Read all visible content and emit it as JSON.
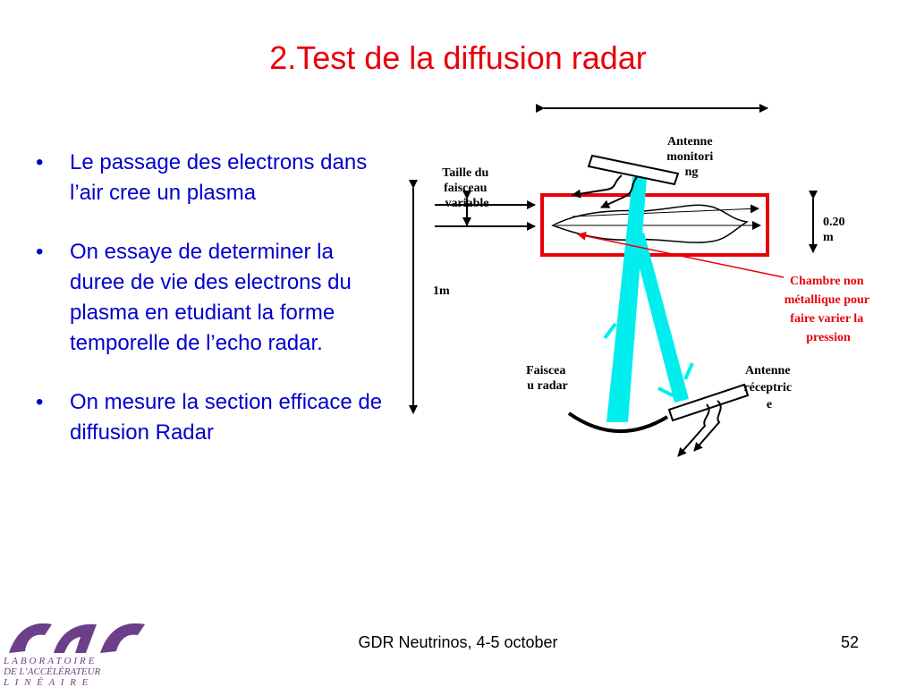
{
  "slide": {
    "title": "2.Test de la diffusion radar",
    "bullets": [
      "Le passage des electrons dans l’air cree un plasma",
      "On essaye de determiner la duree de vie des electrons du plasma en etudiant la forme temporelle de l’echo radar.",
      "On mesure la section efficace de diffusion Radar"
    ],
    "bullet_symbol": "•"
  },
  "diagram": {
    "antenna_monitoring": [
      "Antenne",
      "monitori",
      "ng"
    ],
    "beam_size": [
      "Taille du",
      "faisceau",
      "variable"
    ],
    "dimension_020": [
      "0.20",
      "m"
    ],
    "dimension_1m": "1m",
    "chamber": [
      "Chambre non",
      "métallique pour",
      "faire varier la",
      "pression"
    ],
    "radar_beam": [
      "Faiscea",
      "u radar"
    ],
    "antenna_receiver": [
      "Antenne",
      "réceptric",
      "e"
    ],
    "colors": {
      "chamber": "#e8000b",
      "beam": "#00eeee"
    }
  },
  "footer": {
    "center_text": "GDR Neutrinos, 4-5 october",
    "page_number": "52"
  },
  "logo": {
    "lines": [
      "LABORATOIRE",
      "DE L’ACCÉLÉRATEUR",
      "L I N É A I R E"
    ],
    "color": "#6b3f8a"
  }
}
